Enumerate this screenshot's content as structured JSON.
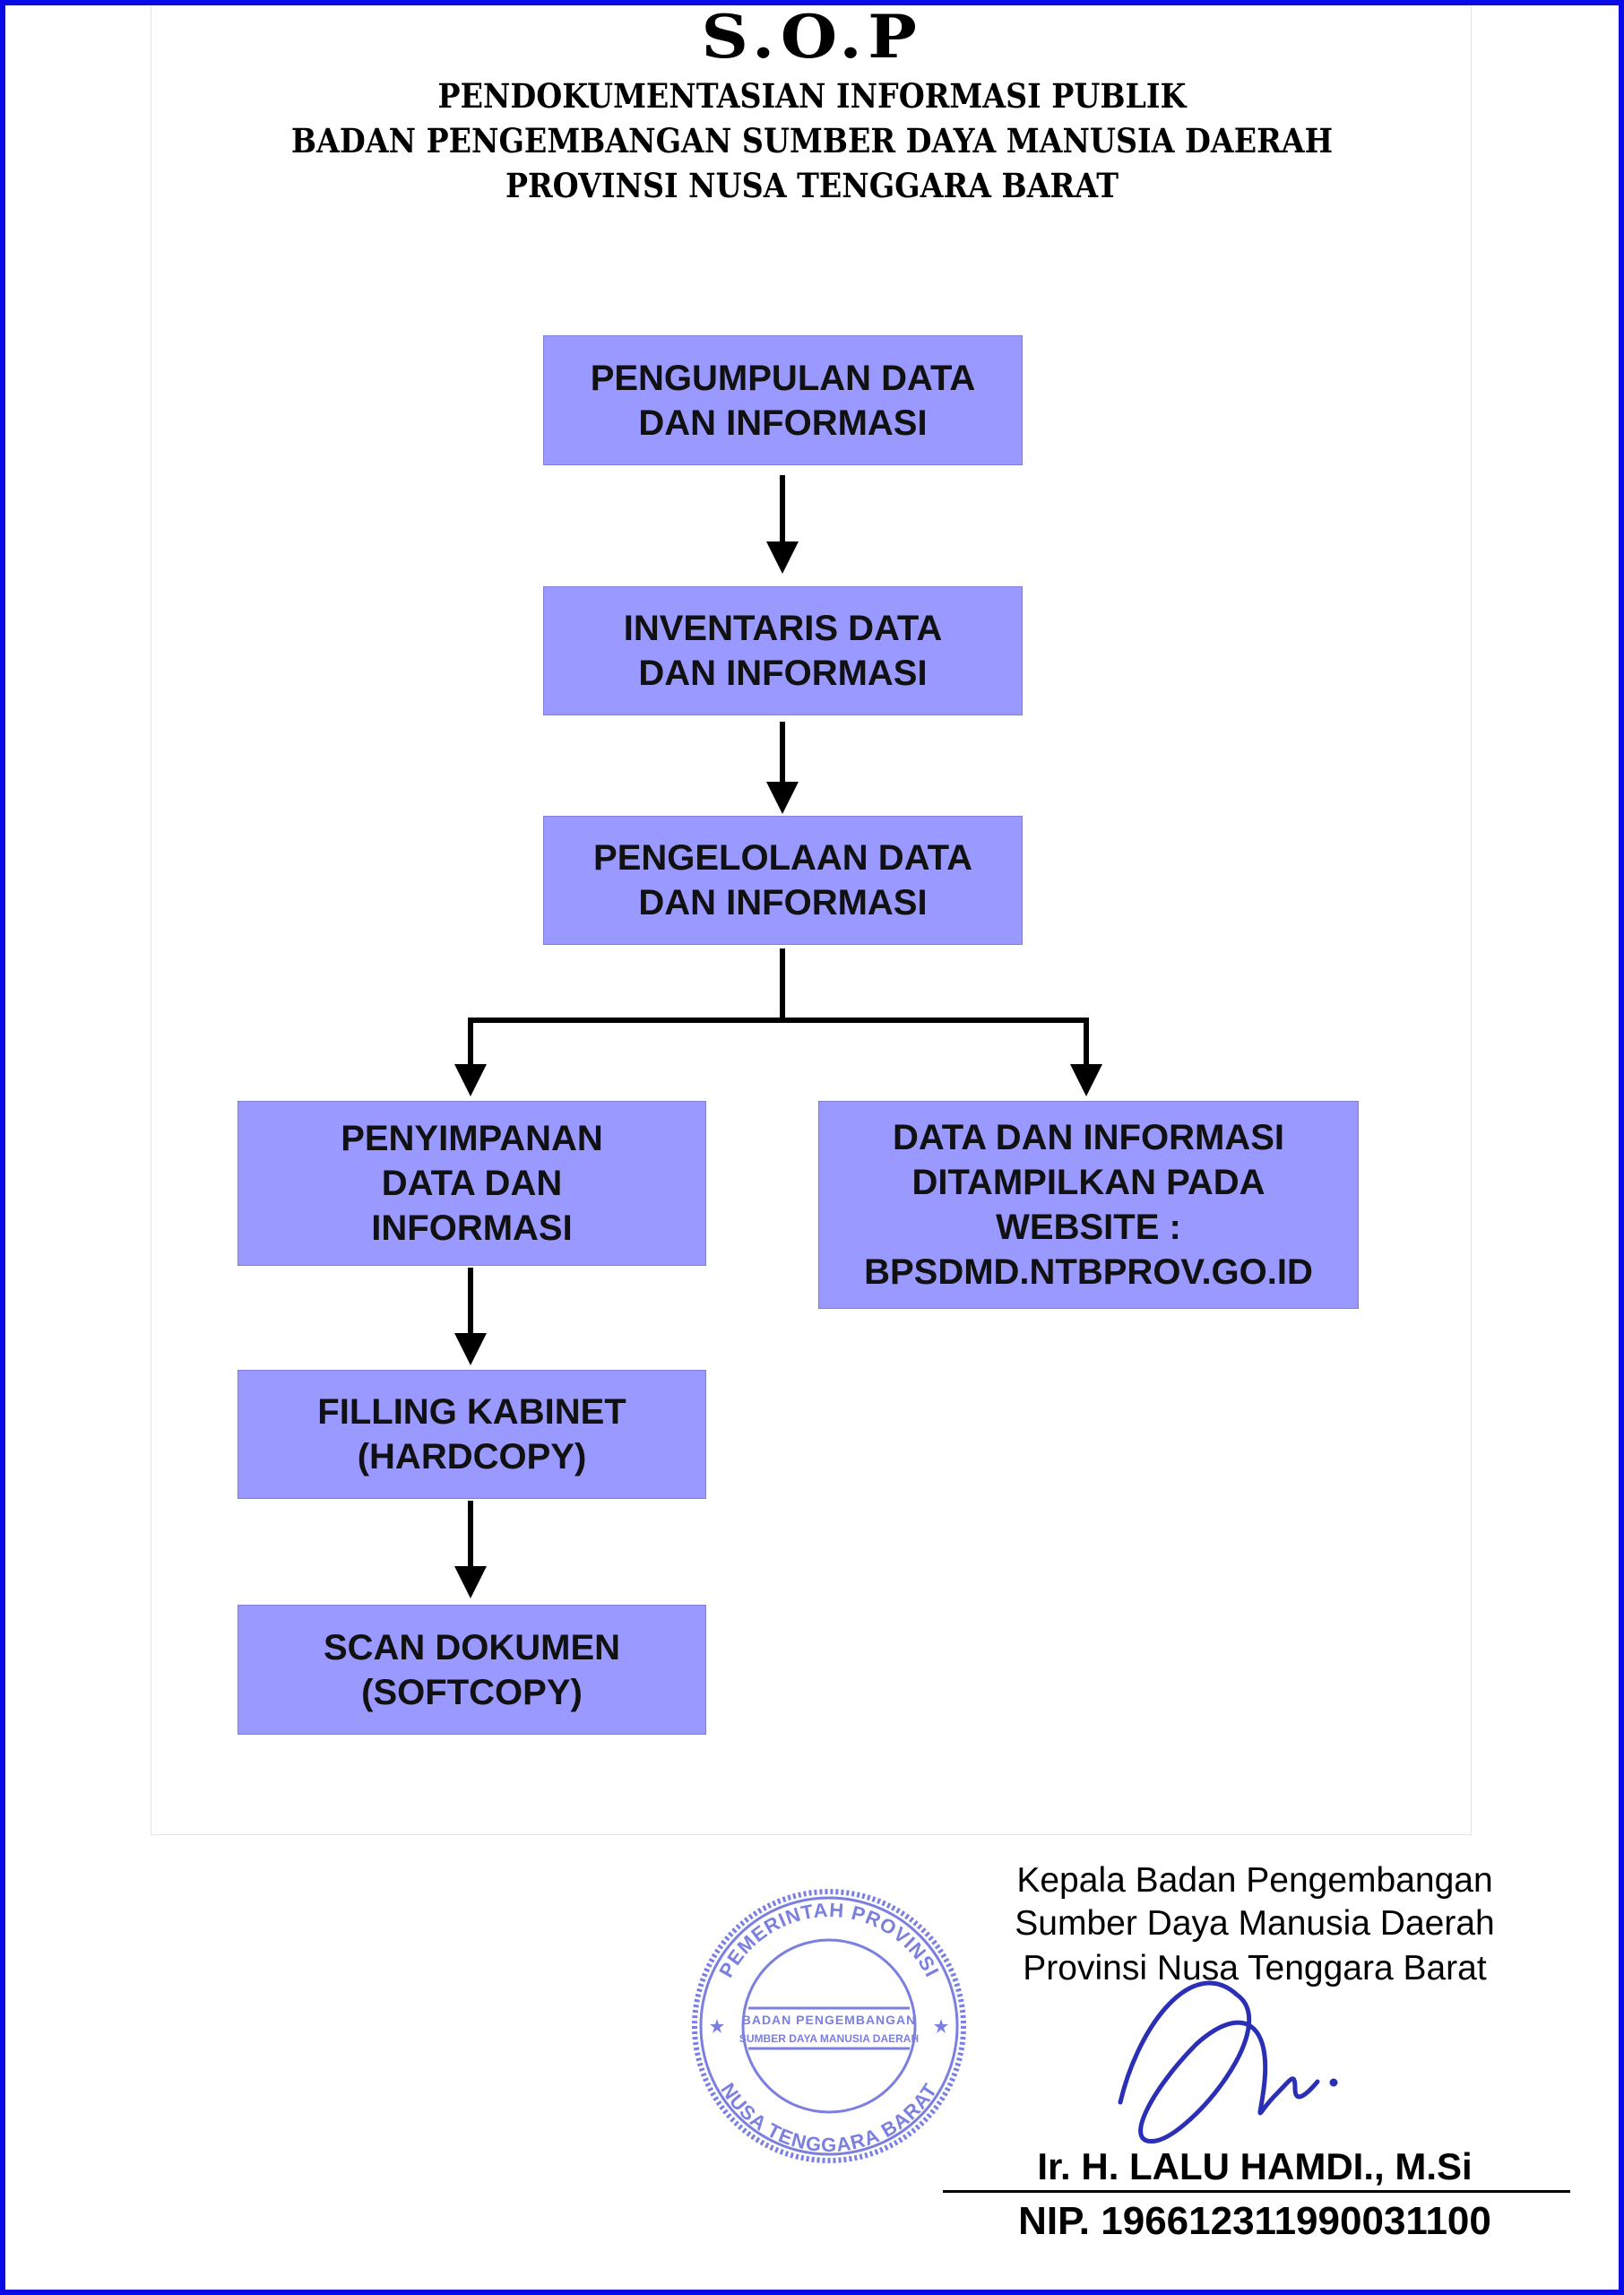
{
  "header": {
    "title": "S.O.P",
    "subtitle_lines": [
      "PENDOKUMENTASIAN INFORMASI PUBLIK",
      "BADAN PENGEMBANGAN SUMBER DAYA MANUSIA DAERAH",
      "PROVINSI NUSA TENGGARA BARAT"
    ]
  },
  "flow": {
    "steps": [
      "PENGUMPULAN DATA\nDAN INFORMASI",
      "INVENTARIS DATA\nDAN INFORMASI",
      "PENGELOLAAN  DATA\nDAN INFORMASI",
      "PENYIMPANAN\nDATA DAN\nINFORMASI",
      "DATA DAN INFORMASI\nDITAMPILKAN PADA\nWEBSITE :\nBPSDMD.NTBPROV.GO.ID",
      "FILLING KABINET\n(HARDCOPY)",
      "SCAN DOKUMEN\n(SOFTCOPY)"
    ],
    "box_color": "#9999ff"
  },
  "signature": {
    "position_lines": [
      "Kepala Badan Pengembangan",
      "Sumber Daya Manusia Daerah",
      "Provinsi Nusa Tenggara Barat"
    ],
    "name": "Ir. H. LALU HAMDI., M.Si",
    "nip": "NIP. 196612311990031100"
  },
  "stamp": {
    "outer_text": "PEMERINTAH PROVINSI",
    "bottom_text": "NUSA TENGGARA BARAT",
    "center_lines": [
      "BADAN PENGEMBANGAN",
      "SUMBER DAYA MANUSIA DAERAH"
    ],
    "color": "#7b7fe0"
  },
  "border_color": "#0a0ae6"
}
